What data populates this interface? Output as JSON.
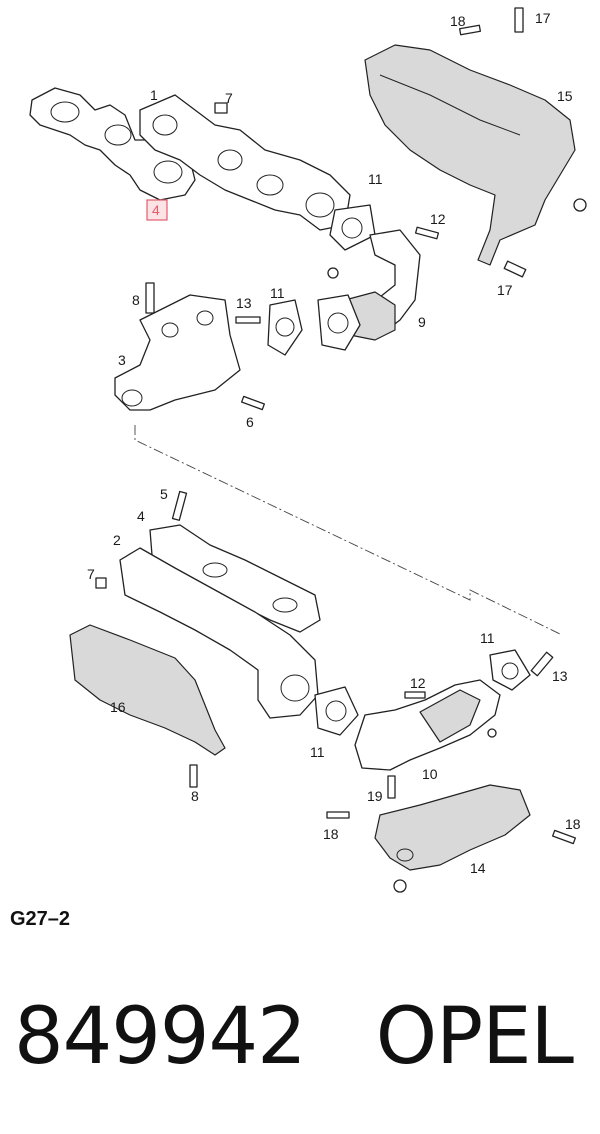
{
  "diagram": {
    "callouts": {
      "c1": "1",
      "c2": "2",
      "c3": "3",
      "c4_highlight": "4",
      "c4": "4",
      "c5": "5",
      "c6": "6",
      "c7a": "7",
      "c7b": "7",
      "c8a": "8",
      "c8b": "8",
      "c9": "9",
      "c10": "10",
      "c11a": "11",
      "c11b": "11",
      "c11c": "11",
      "c11d": "11",
      "c12a": "12",
      "c12b": "12",
      "c13a": "13",
      "c13b": "13",
      "c14": "14",
      "c15": "15",
      "c16": "16",
      "c17a": "17",
      "c17b": "17",
      "c18a": "18",
      "c18b": "18",
      "c18c": "18",
      "c19": "19"
    },
    "highlight_color": "#e35d6a"
  },
  "figure_code": "G27–2",
  "part_number": "849942",
  "brand": "OPEL"
}
